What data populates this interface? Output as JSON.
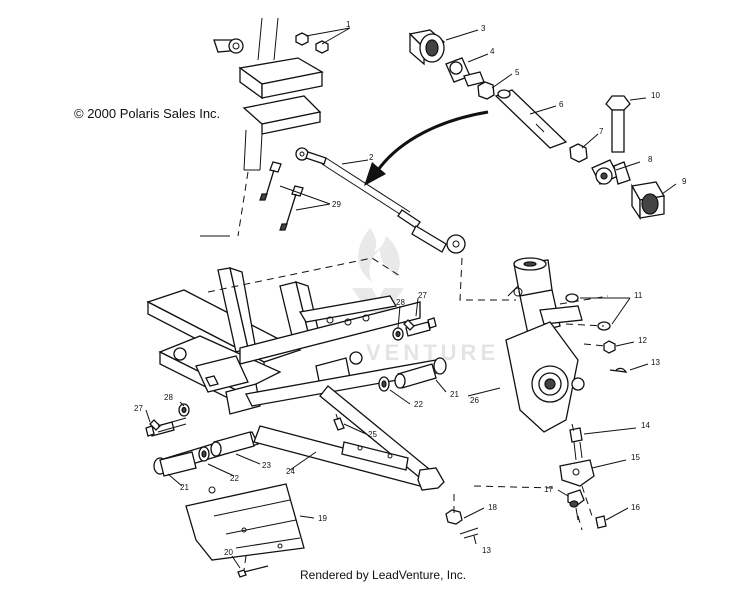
{
  "copyright": "© 2000 Polaris Sales Inc.",
  "footer": "Rendered by LeadVenture, Inc.",
  "watermark_text": "VENTURE",
  "callouts": [
    "1",
    "2",
    "3",
    "4",
    "5",
    "6",
    "7",
    "8",
    "9",
    "10",
    "11",
    "12",
    "13",
    "14",
    "15",
    "16",
    "17",
    "18",
    "19",
    "20",
    "21",
    "22",
    "23",
    "24",
    "25",
    "26",
    "27",
    "28",
    "29"
  ]
}
